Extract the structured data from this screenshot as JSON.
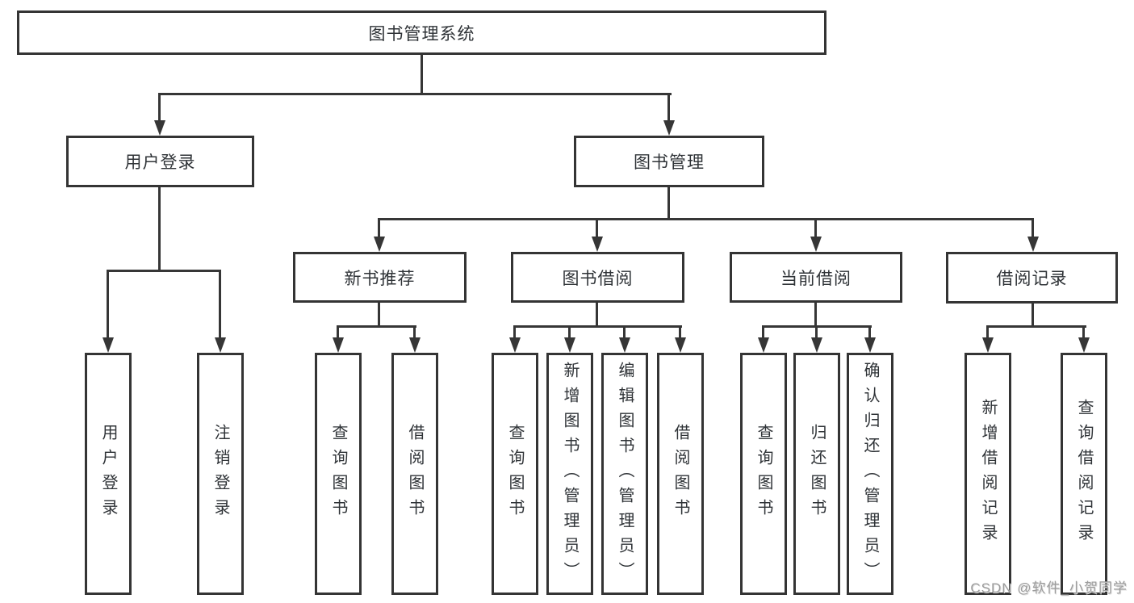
{
  "diagram": {
    "background": "#ffffff",
    "line_color": "#363636",
    "text_color": "#2f3337",
    "root": {
      "label": "图书管理系统"
    },
    "level2": [
      {
        "label": "用户登录"
      },
      {
        "label": "图书管理"
      }
    ],
    "level3": [
      {
        "label": "新书推荐"
      },
      {
        "label": "图书借阅"
      },
      {
        "label": "当前借阅"
      },
      {
        "label": "借阅记录"
      }
    ],
    "leaves": {
      "user_login": [
        "用户登录",
        "注销登录"
      ],
      "new_book_recommend": [
        "查询图书",
        "借阅图书"
      ],
      "book_borrow": [
        "查询图书",
        "新增图书（管理员）",
        "编辑图书（管理员）",
        "借阅图书"
      ],
      "current_borrow": [
        "查询图书",
        "归还图书",
        "确认归还（管理员）"
      ],
      "borrow_records": [
        "新增借阅记录",
        "查询借阅记录"
      ]
    },
    "watermark": "CSDN @软件_小贺同学"
  }
}
